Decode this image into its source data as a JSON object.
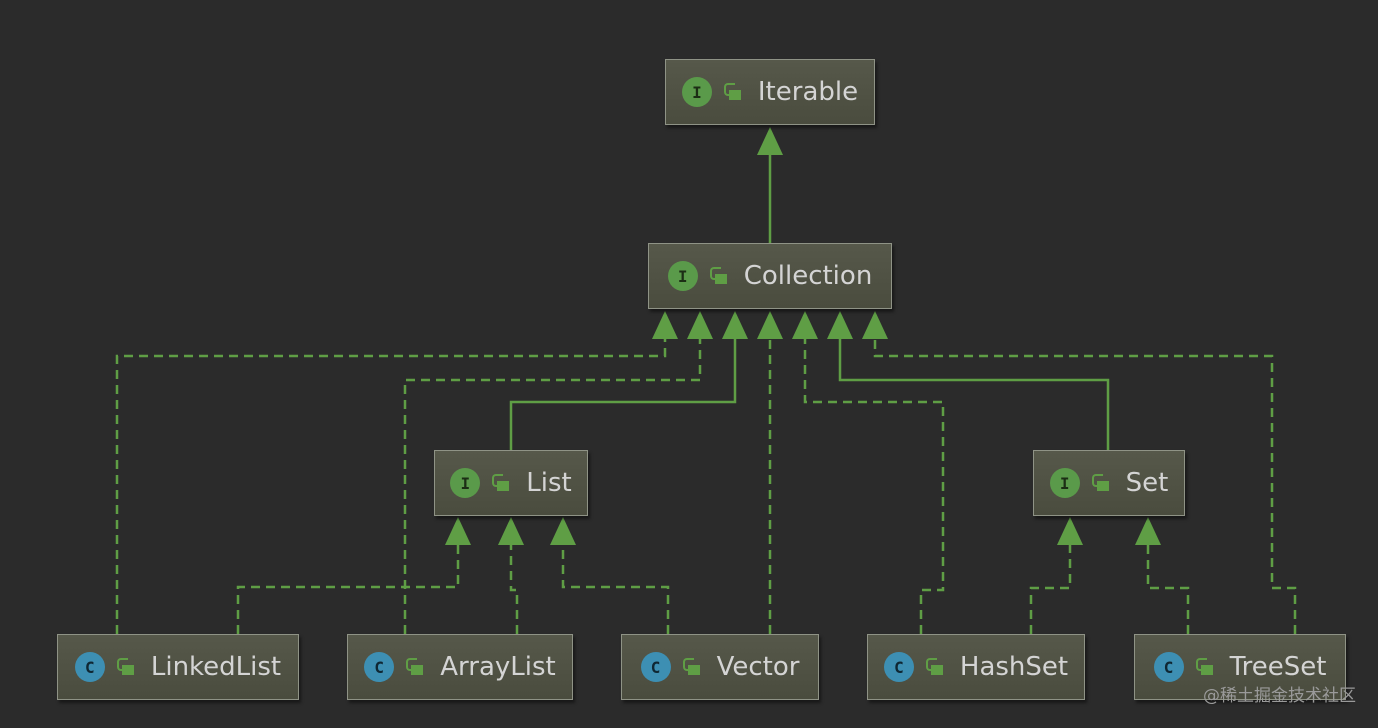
{
  "nodes": {
    "iterable": {
      "label": "Iterable",
      "kind": "interface",
      "badge": "I"
    },
    "collection": {
      "label": "Collection",
      "kind": "interface",
      "badge": "I"
    },
    "list": {
      "label": "List",
      "kind": "interface",
      "badge": "I"
    },
    "set": {
      "label": "Set",
      "kind": "interface",
      "badge": "I"
    },
    "linkedlist": {
      "label": "LinkedList",
      "kind": "class",
      "badge": "C"
    },
    "arraylist": {
      "label": "ArrayList",
      "kind": "class",
      "badge": "C"
    },
    "vector": {
      "label": "Vector",
      "kind": "class",
      "badge": "C"
    },
    "hashset": {
      "label": "HashSet",
      "kind": "class",
      "badge": "C"
    },
    "treeset": {
      "label": "TreeSet",
      "kind": "class",
      "badge": "C"
    }
  },
  "edges": [
    {
      "from": "collection",
      "to": "iterable",
      "style": "solid"
    },
    {
      "from": "list",
      "to": "collection",
      "style": "solid"
    },
    {
      "from": "set",
      "to": "collection",
      "style": "solid"
    },
    {
      "from": "linkedlist",
      "to": "collection",
      "style": "dashed"
    },
    {
      "from": "arraylist",
      "to": "collection",
      "style": "dashed"
    },
    {
      "from": "vector",
      "to": "collection",
      "style": "dashed"
    },
    {
      "from": "hashset",
      "to": "collection",
      "style": "dashed"
    },
    {
      "from": "treeset",
      "to": "collection",
      "style": "dashed"
    },
    {
      "from": "linkedlist",
      "to": "list",
      "style": "dashed"
    },
    {
      "from": "arraylist",
      "to": "list",
      "style": "dashed"
    },
    {
      "from": "vector",
      "to": "list",
      "style": "dashed"
    },
    {
      "from": "hashset",
      "to": "set",
      "style": "dashed"
    },
    {
      "from": "treeset",
      "to": "set",
      "style": "dashed"
    }
  ],
  "colors": {
    "background": "#2b2b2b",
    "edge": "#5f9e45",
    "interface_badge": "#5a9a4a",
    "class_badge": "#3d8fb3"
  },
  "icons": {
    "visibility": "lock-open-icon"
  },
  "watermark": "@稀土掘金技术社区"
}
